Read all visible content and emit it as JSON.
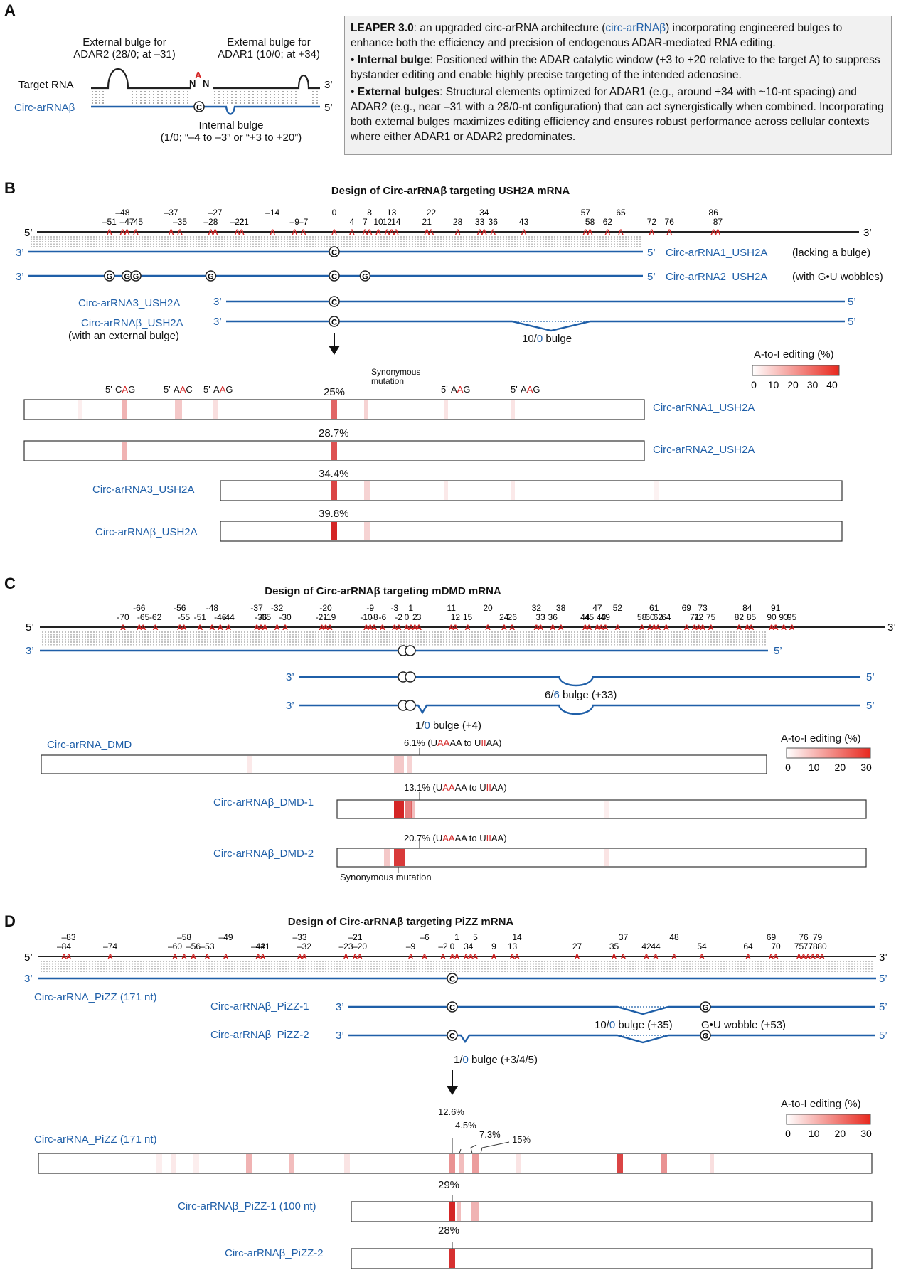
{
  "panels": {
    "a": "A",
    "b": "B",
    "c": "C",
    "d": "D"
  },
  "panelA": {
    "ext_bulge_adar2_line1": "External bulge for",
    "ext_bulge_adar2_line2": "ADAR2 (28/0; at –31)",
    "ext_bulge_adar1_line1": "External bulge for",
    "ext_bulge_adar1_line2": "ADAR1 (10/0; at +34)",
    "target_rna": "Target RNA",
    "circ_label": "Circ-arRNAβ",
    "three_prime": "3’",
    "five_prime": "5’",
    "n_left": "N",
    "n_right": "N",
    "a_letter": "A",
    "c_letter": "C",
    "internal_bulge_line1": "Internal bulge",
    "internal_bulge_line2": "(1/0; “–4 to –3” or “+3 to +20”)"
  },
  "infobox": {
    "p1_bold": "LEAPER 3.0",
    "p1_a": ": an upgraded circ-arRNA architecture (",
    "p1_blue": "circ-arRNAβ",
    "p1_b": ") incorporating engineered bulges to enhance both the efficiency and precision of endogenous ADAR-mediated RNA editing.",
    "p2_bullet": "• ",
    "p2_bold": "Internal bulge",
    "p2_text": ": Positioned within the ADAR catalytic window (+3 to +20 relative to the target A) to suppress bystander editing and enable highly precise targeting of the intended adenosine.",
    "p3_bullet": "• ",
    "p3_bold": "External bulges",
    "p3_text": ": Structural elements optimized for ADAR1 (e.g., around +34 with ~10-nt spacing) and ADAR2 (e.g., near –31 with a 28/0-nt configuration) that can act synergistically when combined. Incorporating both external bulges maximizes editing efficiency and ensures robust performance across cellular contexts where either ADAR1 or ADAR2 predominates."
  },
  "panelB": {
    "title": "Design of Circ-arRNAβ targeting USH2A mRNA",
    "positions": [
      "–51",
      "–48",
      "–47",
      "–45",
      "–37",
      "–35",
      "–28",
      "–27",
      "–22",
      "–21",
      "–14",
      "–9",
      "–7",
      "0",
      "4",
      "7",
      "8",
      "10",
      "12",
      "13",
      "14",
      "21",
      "22",
      "28",
      "33",
      "34",
      "36",
      "43",
      "57",
      "58",
      "62",
      "65",
      "72",
      "76",
      "86",
      "87"
    ],
    "rna1_name": "Circ-arRNA1_USH2A",
    "rna1_note": "(lacking a bulge)",
    "rna2_name": "Circ-arRNA2_USH2A",
    "rna2_note": "(with G•U wobbles)",
    "rna3_name": "Circ-arRNA3_USH2A",
    "rnab_name": "Circ-arRNAβ_USH2A",
    "rnab_note": "(with an external bulge)",
    "bulge_label_a": "10/",
    "bulge_label_b": "0",
    "bulge_label_c": " bulge",
    "legend_title": "A-to-I editing (%)",
    "legend_ticks": [
      "0",
      "10",
      "20",
      "30",
      "40"
    ],
    "codon1": "5'-CAG",
    "codon2": "5'-AAC",
    "codon3": "5'-AAG",
    "codon4": "5'-AAG",
    "codon5": "5'-AAG",
    "synonymous_line1": "Synonymous",
    "synonymous_line2": "mutation",
    "val1": "25%",
    "val2": "28.7%",
    "val3": "34.4%",
    "val4": "39.8%",
    "heat_label1": "Circ-arRNA1_USH2A",
    "heat_label2": "Circ-arRNA2_USH2A",
    "heat_label3": "Circ-arRNA3_USH2A",
    "heat_label4": "Circ-arRNAβ_USH2A",
    "three_prime": "3’",
    "five_prime": "5’",
    "c_letter": "C",
    "g_letter": "G"
  },
  "panelC": {
    "title": "Design of Circ-arRNAβ targeting mDMD mRNA",
    "positions": [
      "-70",
      "-66",
      "-65",
      "-62",
      "-56",
      "-55",
      "-51",
      "-48",
      "-46",
      "-44",
      "-37",
      "-36",
      "-35",
      "-32",
      "-30",
      "-21",
      "-20",
      "-19",
      "-10",
      "-9",
      "-8",
      "-6",
      "-3",
      "-2",
      "0",
      "1",
      "2",
      "3",
      "11",
      "12",
      "15",
      "20",
      "24",
      "26",
      "32",
      "33",
      "36",
      "38",
      "44",
      "45",
      "47",
      "48",
      "49",
      "52",
      "58",
      "60",
      "61",
      "62",
      "64",
      "69",
      "71",
      "72",
      "73",
      "75",
      "82",
      "84",
      "85",
      "90",
      "91",
      "93",
      "95"
    ],
    "bulge1_a": "6/",
    "bulge1_b": "6",
    "bulge1_c": " bulge (+33)",
    "bulge2_a": "1/",
    "bulge2_b": "0",
    "bulge2_c": " bulge (+4)",
    "legend_title": "A-to-I editing (%)",
    "legend_ticks": [
      "0",
      "10",
      "20",
      "30"
    ],
    "row1_name": "Circ-arRNA_DMD",
    "row2_name": "Circ-arRNAβ_DMD-1",
    "row3_name": "Circ-arRNAβ_DMD-2",
    "row1_val": "6.1%",
    "row2_val": "13.1%",
    "row3_val": "20.7%",
    "seq_a": " (U",
    "seq_red1": "AA",
    "seq_b": "AA to U",
    "seq_red2": "II",
    "seq_c": "AA)",
    "synonymous": "Synonymous mutation",
    "three_prime": "3’",
    "five_prime": "5’",
    "c_letter": "C"
  },
  "panelD": {
    "title": "Design of Circ-arRNAβ targeting PiZZ mRNA",
    "positions": [
      "–84",
      "–83",
      "–74",
      "–60",
      "–58",
      "–56",
      "–53",
      "–49",
      "–42",
      "–41",
      "–33",
      "–32",
      "–23",
      "–21",
      "–20",
      "–9",
      "–6",
      "–2",
      "0",
      "1",
      "3",
      "4",
      "5",
      "9",
      "13",
      "14",
      "27",
      "35",
      "37",
      "42",
      "44",
      "48",
      "54",
      "64",
      "69",
      "70",
      "75",
      "76",
      "77",
      "78",
      "79",
      "80"
    ],
    "rna_name": "Circ-arRNA_PiZZ (171 nt)",
    "rna1_name": "Circ-arRNAβ_PiZZ-1",
    "rna2_name": "Circ-arRNAβ_PiZZ-2",
    "bulge1_a": "10/",
    "bulge1_b": "0",
    "bulge1_c": " bulge (+35)",
    "wobble": "G•U wobble (+53)",
    "bulge2_a": "1/",
    "bulge2_b": "0",
    "bulge2_c": " bulge (+3/4/5)",
    "legend_title": "A-to-I editing (%)",
    "legend_ticks": [
      "0",
      "10",
      "20",
      "30"
    ],
    "call1": "12.6%",
    "call2": "4.5%",
    "call3": "7.3%",
    "call4": "15%",
    "heat_label1": "Circ-arRNA_PiZZ (171 nt)",
    "heat_label2": "Circ-arRNAβ_PiZZ-1 (100 nt)",
    "heat_label3": "Circ-arRNAβ_PiZZ-2",
    "val2": "29%",
    "val3": "28%",
    "three_prime": "3’",
    "five_prime": "5’",
    "c_letter": "C",
    "g_letter": "G"
  },
  "colors": {
    "strand_blue": "#1f5fa8",
    "heat_red": "#e8281e",
    "a_red": "#d42525"
  }
}
